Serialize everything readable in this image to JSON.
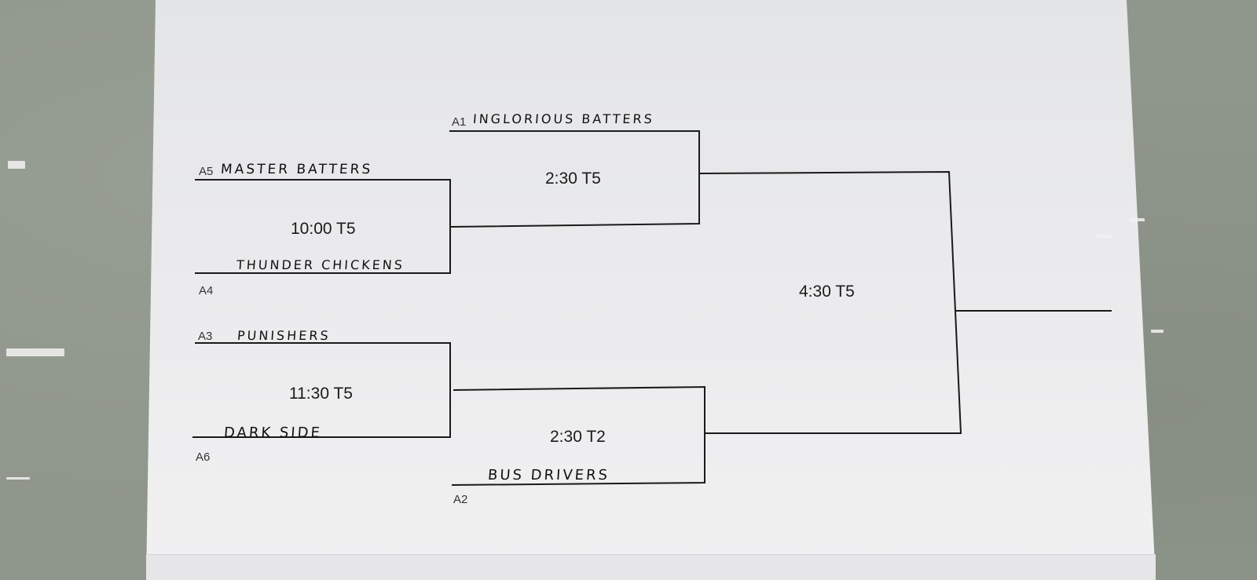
{
  "bracket": {
    "round1": [
      {
        "top": {
          "seed": "A5",
          "team": "MASTER BATTERS"
        },
        "time": "10:00 T5",
        "bottom": {
          "seed": "A4",
          "team": "THUNDER CHICKENS"
        }
      },
      {
        "top": {
          "seed": "A3",
          "team": "PUNISHERS"
        },
        "time": "11:30 T5",
        "bottom": {
          "seed": "A6",
          "team": "DARK SIDE"
        }
      }
    ],
    "semifinals": [
      {
        "top": {
          "seed": "A1",
          "team": "INGLORIOUS BATTERS"
        },
        "time": "2:30 T5"
      },
      {
        "bottom": {
          "seed": "A2",
          "team": "BUS DRIVERS"
        },
        "time": "2:30 T2"
      }
    ],
    "final": {
      "time": "4:30 T5"
    }
  },
  "colors": {
    "wall": "#8f968b",
    "paper": "#ebebed",
    "ink": "#1a1a1a"
  }
}
